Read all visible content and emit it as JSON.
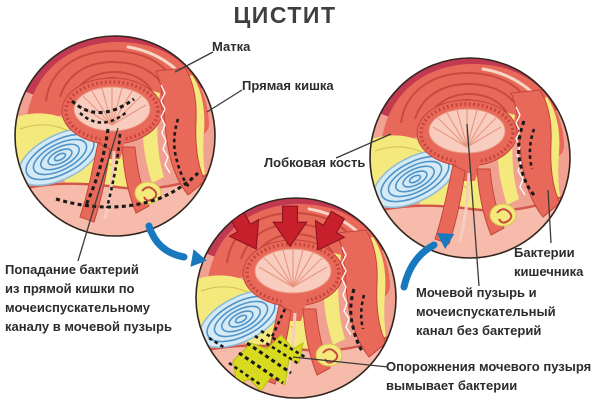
{
  "title": "ЦИСТИТ",
  "labels": {
    "uterus": "Матка",
    "rectum": "Прямая кишка",
    "pubic_bone": "Лобковая кость",
    "infection_path": "Попадание бактерий\nиз прямой кишки по\nмочеиспускательному\nканалу в мочевой пузырь",
    "gut_bacteria": "Бактерии\nкишечника",
    "clean_bladder": "Мочевой пузырь и\nмочеиспускательный\nканал без бактерий",
    "voiding": "Опорожнения мочевого пузыря\nвымывает бактерии"
  },
  "colors": {
    "title_text": "#3f3f3f",
    "label_text": "#2d2c2b",
    "flesh": "#f0a191",
    "skin": "#f6bbaa",
    "organ_red": "#e8695a",
    "deep_red": "#c23a52",
    "fat_yellow": "#f4e97c",
    "bone_blue": "#4f94c8",
    "bone_fill": "#d6eaf5",
    "urine_yellow": "#d7da1f",
    "bacteria_black": "#1a1a1a",
    "pressure_arrow_red": "#c7202c",
    "flow_arrow_blue": "#1879bf"
  }
}
